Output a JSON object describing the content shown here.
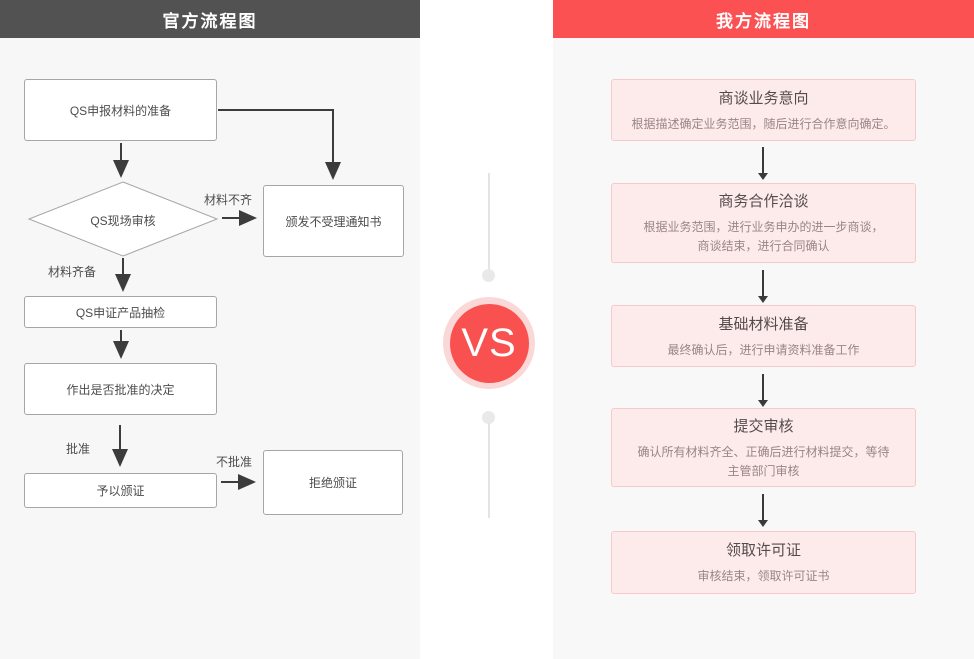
{
  "left": {
    "header": "官方流程图",
    "nodes": {
      "prepare": "QS申报材料的准备",
      "review": "QS现场审核",
      "notice": "颁发不受理通知书",
      "sampling": "QS申证产品抽检",
      "decision": "作出是否批准的决定",
      "grant": "予以颁证",
      "reject": "拒绝颁证"
    },
    "labels": {
      "incomplete": "材料不齐",
      "complete": "材料齐备",
      "approved": "批准",
      "not_approved": "不批准"
    }
  },
  "center": {
    "vs": "VS"
  },
  "right": {
    "header": "我方流程图",
    "steps": [
      {
        "title": "商谈业务意向",
        "desc": "根据描述确定业务范围，随后进行合作意向确定。"
      },
      {
        "title": "商务合作洽谈",
        "desc": "根据业务范围，进行业务申办的进一步商谈，\n商谈结束，进行合同确认"
      },
      {
        "title": "基础材料准备",
        "desc": "最终确认后，进行申请资料准备工作"
      },
      {
        "title": "提交审核",
        "desc": "确认所有材料齐全、正确后进行材料提交，等待\n主管部门审核"
      },
      {
        "title": "领取许可证",
        "desc": "审核结束，领取许可证书"
      }
    ]
  },
  "colors": {
    "left_header_bg": "#525252",
    "right_header_bg": "#fc5153",
    "panel_bg": "#f7f7f7",
    "pink_box_bg": "#fdebec",
    "pink_box_border": "#f6caca",
    "vs_circle": "#f9514f",
    "vs_ring": "#fbd8d8",
    "arrow": "#3a3a3a",
    "box_border": "#a6a6a6"
  }
}
